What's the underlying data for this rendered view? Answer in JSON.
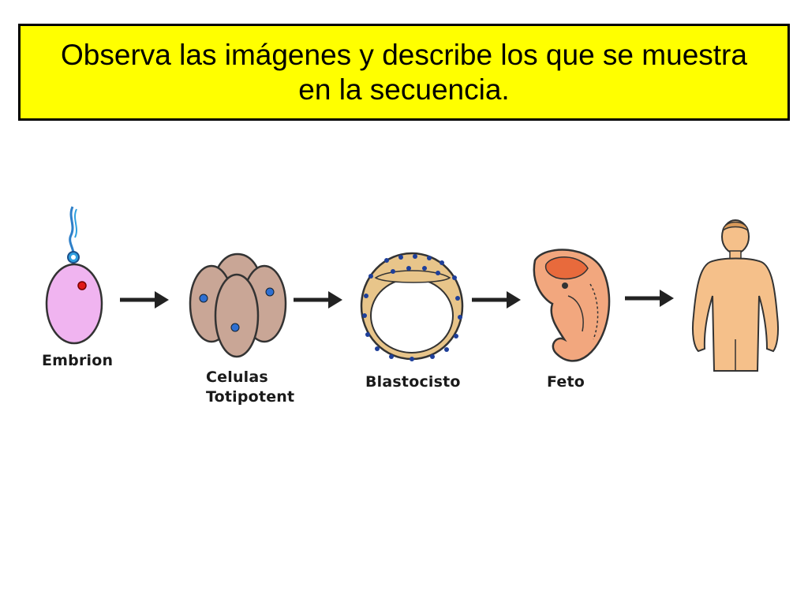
{
  "slide": {
    "title": "Observa las imágenes y describe los que se muestra en la secuencia."
  },
  "sequence": {
    "stages": [
      {
        "label_lines": [
          "Embrion"
        ],
        "icon": "fertilized-egg-icon"
      },
      {
        "label_lines": [
          "Celulas",
          "Totipotent"
        ],
        "icon": "totipotent-cells-icon"
      },
      {
        "label_lines": [
          "Blastocisto"
        ],
        "icon": "blastocyst-icon"
      },
      {
        "label_lines": [
          "Feto"
        ],
        "icon": "fetus-icon"
      },
      {
        "label_lines": [],
        "icon": "adult-human-icon"
      }
    ],
    "arrow_icon": "right-arrow-icon"
  },
  "colors": {
    "title_bg": "#ffff00",
    "egg": "#f0b4f0",
    "cells": "#c9a696",
    "nucleus": "#2f6fd1",
    "blastocyst": "#e8c58a",
    "fetus": "#f2a77e",
    "skin": "#f5c08a"
  }
}
